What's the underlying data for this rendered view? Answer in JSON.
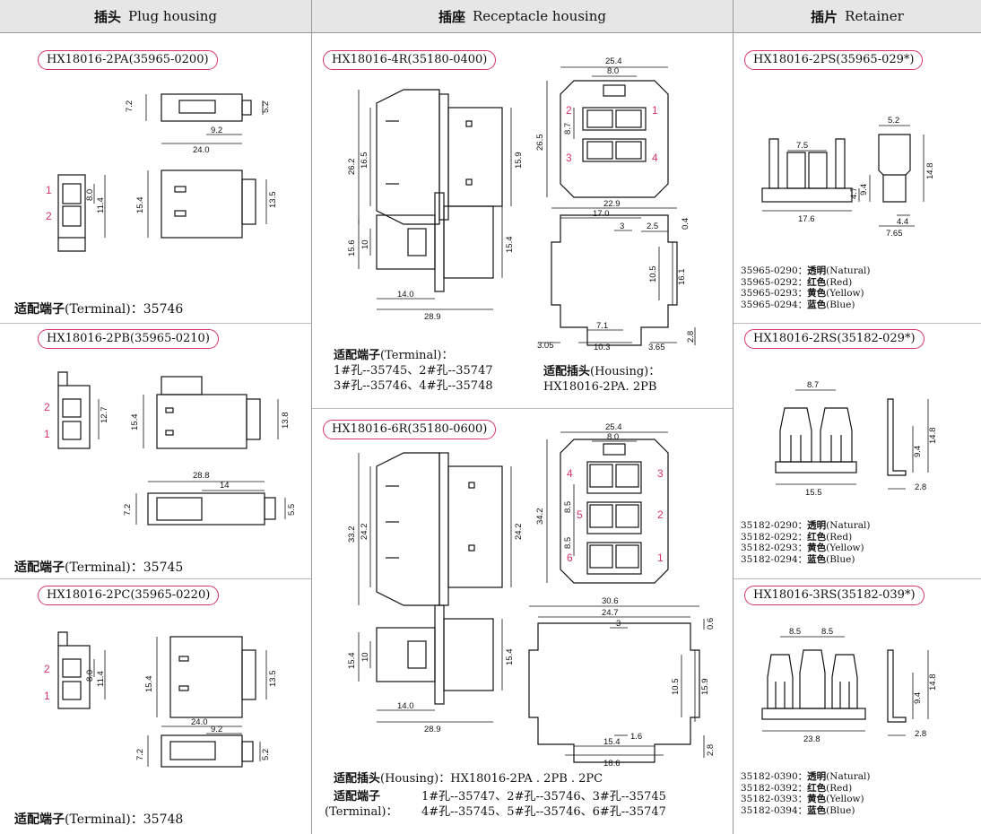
{
  "columns": [
    {
      "cn": "插头",
      "en": "Plug housing"
    },
    {
      "cn": "插座",
      "en": "Receptacle housing"
    },
    {
      "cn": "插片",
      "en": "Retainer"
    }
  ],
  "plugs": [
    {
      "part": "HX18016-2PA",
      "code": "(35965-0200)",
      "terminal_label": "适配端子",
      "terminal_en": "(Terminal)：",
      "terminal": "35746",
      "dims": [
        "7.2",
        "9.2",
        "5.2",
        "24.0",
        "8.0",
        "11.4",
        "15.4",
        "13.5"
      ],
      "pins": [
        "1",
        "2"
      ]
    },
    {
      "part": "HX18016-2PB",
      "code": "(35965-0210)",
      "terminal_label": "适配端子",
      "terminal_en": "(Terminal)：",
      "terminal": "35745",
      "dims": [
        "12.7",
        "15.4",
        "13.8",
        "28.8",
        "14",
        "7.2",
        "5.5"
      ],
      "pins": [
        "2",
        "1"
      ]
    },
    {
      "part": "HX18016-2PC",
      "code": "(35965-0220)",
      "terminal_label": "适配端子",
      "terminal_en": "(Terminal)：",
      "terminal": "35748",
      "dims": [
        "8.0",
        "11.4",
        "15.4",
        "13.5",
        "24.0",
        "9.2",
        "7.2",
        "5.2"
      ],
      "pins": [
        "2",
        "1"
      ]
    }
  ],
  "receptacles": [
    {
      "part": "HX18016-4R",
      "code": "(35180-0400)",
      "dims_side": [
        "26.2",
        "16.5",
        "15.9"
      ],
      "dims_front": [
        "25.4",
        "8.0",
        "26.5",
        "8.7"
      ],
      "dims_bottom": [
        "15.6",
        "10",
        "15.4",
        "14.0",
        "28.9"
      ],
      "dims_panel": [
        "22.9",
        "17.0",
        "3",
        "2.5",
        "0.4",
        "10.5",
        "16.1",
        "7.1",
        "3.05",
        "10.3",
        "3.65",
        "2.8"
      ],
      "pins": [
        "2",
        "1",
        "3",
        "4"
      ],
      "terminal_title": "适配端子",
      "terminal_title_en": "(Terminal)：",
      "terminal_lines": [
        "1#孔--35745、2#孔--35747",
        "3#孔--35746、4#孔--35748"
      ],
      "housing_title": "适配插头",
      "housing_title_en": "(Housing)：",
      "housing": "HX18016-2PA. 2PB"
    },
    {
      "part": "HX18016-6R",
      "code": "(35180-0600)",
      "dims_side": [
        "33.2",
        "24.2",
        "24.2"
      ],
      "dims_front": [
        "25.4",
        "8.0",
        "34.2",
        "8.5",
        "8.5"
      ],
      "dims_bottom": [
        "15.4",
        "10",
        "15.4",
        "14.0",
        "28.9"
      ],
      "dims_panel": [
        "30.6",
        "24.7",
        "3",
        "0.6",
        "10.5",
        "15.9",
        "1.6",
        "15.4",
        "18.6",
        "2.8"
      ],
      "pins": [
        "4",
        "3",
        "5",
        "2",
        "6",
        "1"
      ],
      "housing_title": "适配插头",
      "housing_title_en": "(Housing)：",
      "housing": "HX18016-2PA . 2PB . 2PC",
      "terminal_title": "适配端子",
      "terminal_title_en": "(Terminal)：",
      "terminal_lines": [
        "1#孔--35747、2#孔--35746、3#孔--35745",
        "4#孔--35745、5#孔--35746、6#孔--35747"
      ]
    }
  ],
  "retainers": [
    {
      "part": "HX18016-2PS",
      "code": "(35965-029*)",
      "dims": [
        "5.2",
        "7.5",
        "9.4",
        "4.7",
        "14.8",
        "17.6",
        "4.4",
        "7.65"
      ],
      "colors": [
        {
          "code": "35965-0290",
          "cn": "透明",
          "en": "(Natural)"
        },
        {
          "code": "35965-0292",
          "cn": "红色",
          "en": "(Red)"
        },
        {
          "code": "35965-0293",
          "cn": "黄色",
          "en": "(Yellow)"
        },
        {
          "code": "35965-0294",
          "cn": "蓝色",
          "en": "(Blue)"
        }
      ]
    },
    {
      "part": "HX18016-2RS",
      "code": "(35182-029*)",
      "dims": [
        "8.7",
        "9.4",
        "14.8",
        "15.5",
        "2.8"
      ],
      "colors": [
        {
          "code": "35182-0290",
          "cn": "透明",
          "en": "(Natural)"
        },
        {
          "code": "35182-0292",
          "cn": "红色",
          "en": "(Red)"
        },
        {
          "code": "35182-0293",
          "cn": "黄色",
          "en": "(Yellow)"
        },
        {
          "code": "35182-0294",
          "cn": "蓝色",
          "en": "(Blue)"
        }
      ]
    },
    {
      "part": "HX18016-3RS",
      "code": "(35182-039*)",
      "dims": [
        "8.5",
        "8.5",
        "9.4",
        "14.8",
        "23.8",
        "2.8"
      ],
      "colors": [
        {
          "code": "35182-0390",
          "cn": "透明",
          "en": "(Natural)"
        },
        {
          "code": "35182-0392",
          "cn": "红色",
          "en": "(Red)"
        },
        {
          "code": "35182-0393",
          "cn": "黄色",
          "en": "(Yellow)"
        },
        {
          "code": "35182-0394",
          "cn": "蓝色",
          "en": "(Blue)"
        }
      ]
    }
  ]
}
